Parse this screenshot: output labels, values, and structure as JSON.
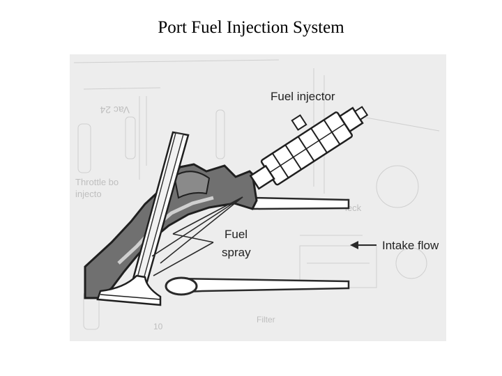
{
  "slide": {
    "title": "Port Fuel Injection System"
  },
  "diagram": {
    "labels": {
      "fuel_injector": "Fuel injector",
      "fuel_spray_line1": "Fuel",
      "fuel_spray_line2": "spray",
      "intake_flow": "Intake flow"
    },
    "colors": {
      "ink": "#2a2a2a",
      "head_fill": "#6f6f6f",
      "scan_background": "#ececec",
      "ghost_text": "#b9b9b9"
    }
  }
}
